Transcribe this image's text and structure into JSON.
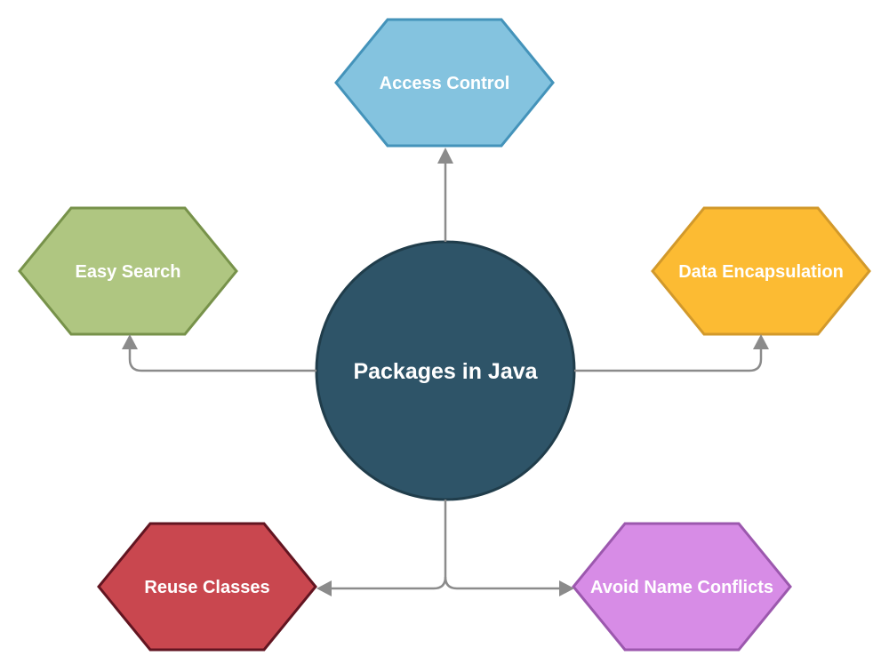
{
  "diagram": {
    "background": "#FFFFFF",
    "connector_color": "#8B8B8B",
    "text_color": "#FFFFFF",
    "center": {
      "label": "Packages in Java",
      "shape": "circle",
      "fill": "#2E5468",
      "border": "#203D4B"
    },
    "nodes": [
      {
        "id": "access-control",
        "label": "Access Control",
        "position": "top",
        "shape": "hexagon",
        "fill": "#84C3DF",
        "border": "#4493BA"
      },
      {
        "id": "easy-search",
        "label": "Easy Search",
        "position": "left",
        "shape": "hexagon",
        "fill": "#AFC681",
        "border": "#77924A"
      },
      {
        "id": "data-encapsulation",
        "label": "Data Encapsulation",
        "position": "right",
        "shape": "hexagon",
        "fill": "#FCBB33",
        "border": "#D2992B"
      },
      {
        "id": "reuse-classes",
        "label": "Reuse Classes",
        "position": "bottom-left",
        "shape": "hexagon",
        "fill": "#C9474F",
        "border": "#621521"
      },
      {
        "id": "avoid-name-conflicts",
        "label": "Avoid Name Conflicts",
        "position": "bottom-right",
        "shape": "hexagon",
        "fill": "#D78CE6",
        "border": "#9C58AE"
      }
    ]
  }
}
